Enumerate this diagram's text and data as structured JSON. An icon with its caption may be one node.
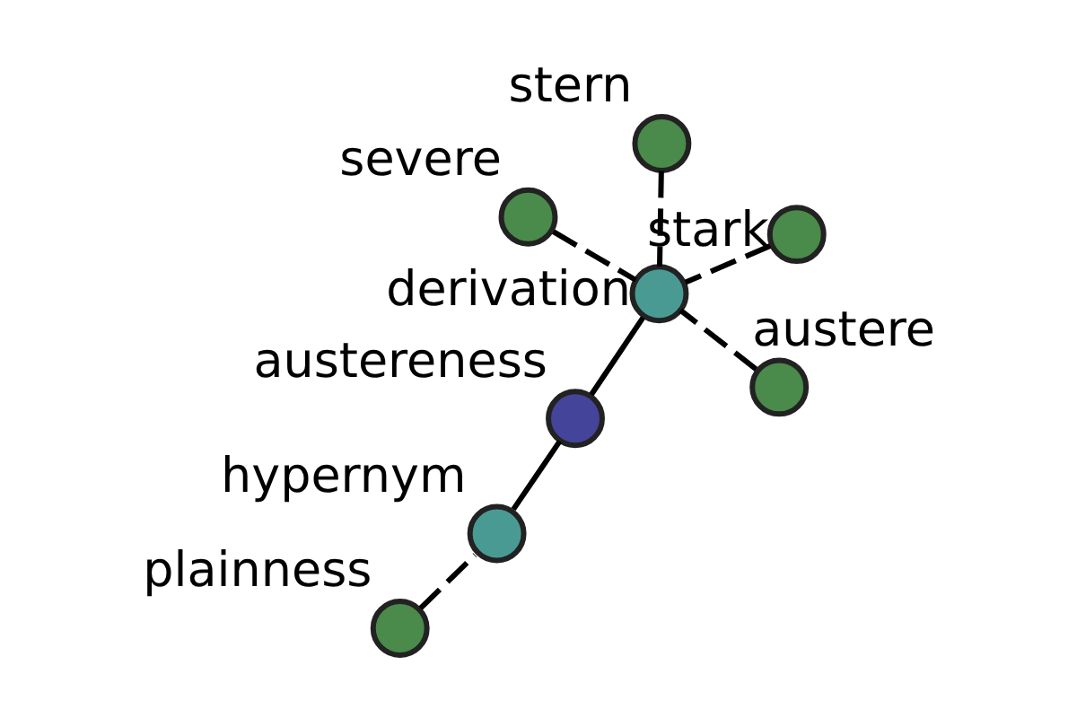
{
  "diagram": {
    "nodes": [
      {
        "text": [
          "plainness"
        ]
      },
      {
        "text": [
          "hypernym"
        ]
      },
      {
        "text": [
          "austereness"
        ]
      },
      {
        "text": [
          "stern"
        ]
      },
      {
        "text": [
          "stark"
        ]
      },
      {
        "text": [
          "derivation"
        ]
      },
      {
        "text": [
          "severe"
        ]
      },
      {
        "text": [
          "austere"
        ]
      }
    ],
    "edges": [
      {
        "from": 0,
        "to": 1,
        "arrow": "none",
        "style": "dashed"
      },
      {
        "from": 1,
        "to": 2,
        "arrow": "none"
      },
      {
        "from": 2,
        "to": 5,
        "arrow": "none"
      },
      {
        "from": 3,
        "to": 5,
        "arrow": "none",
        "style": "dashed"
      },
      {
        "from": 4,
        "to": 5,
        "arrow": "none",
        "style": "dashed"
      },
      {
        "from": 6,
        "to": 5,
        "arrow": "none",
        "style": "dashed"
      },
      {
        "from": 7,
        "to": 5,
        "arrow": "none",
        "style": "dashed"
      }
    ]
  }
}
